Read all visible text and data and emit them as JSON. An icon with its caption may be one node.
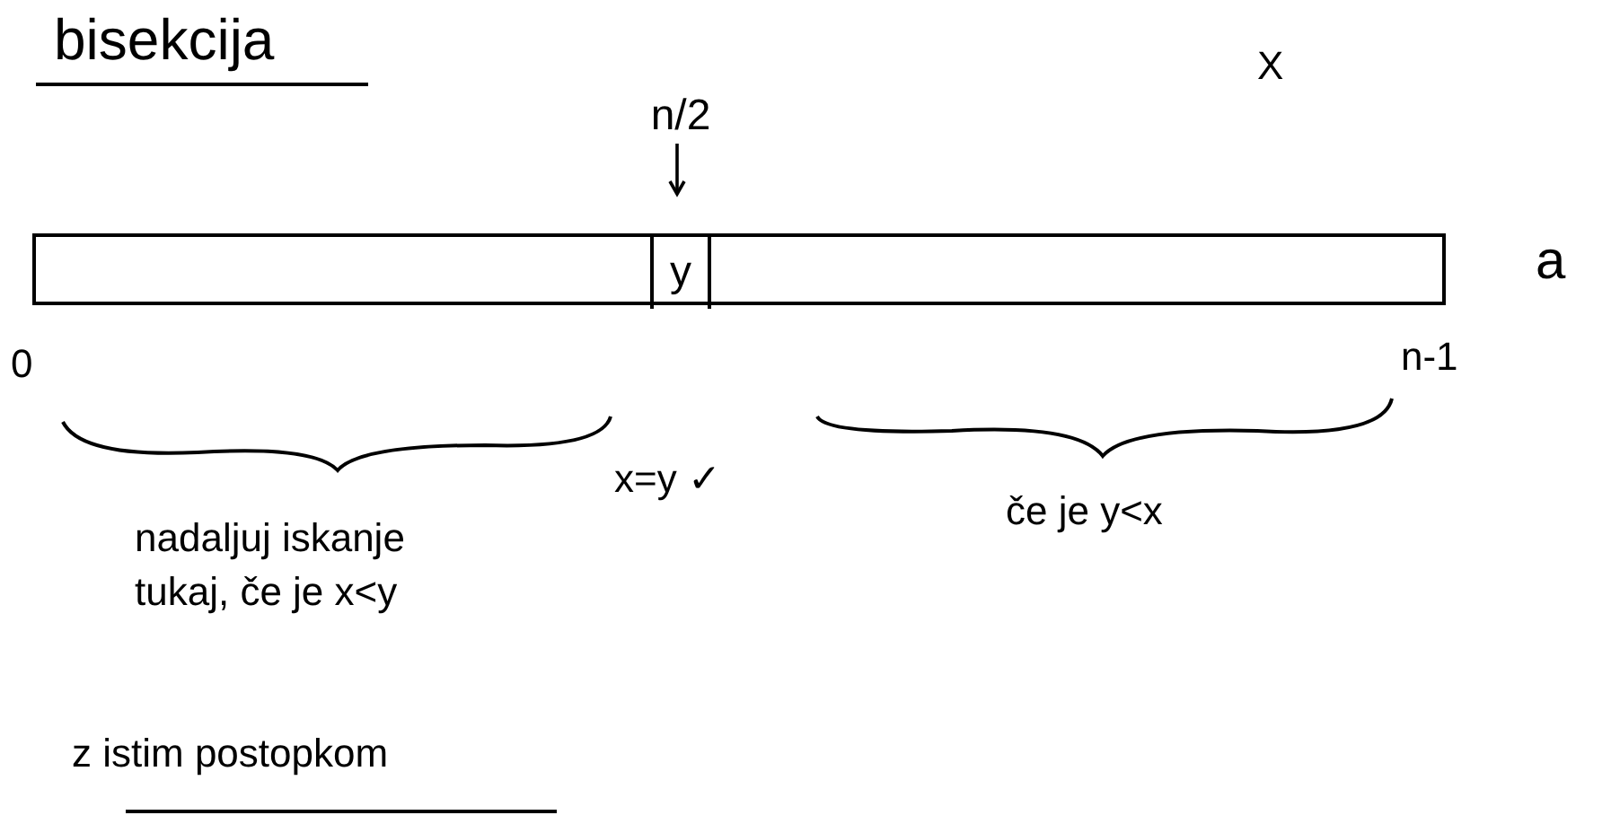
{
  "diagram": {
    "title": "bisekcija",
    "nodes": [
      {
        "text": [],
        "shape": "bar",
        "beside": [
          "a"
        ]
      },
      {
        "text": [
          "y"
        ],
        "in": 0
      },
      {
        "text": [
          "n/2"
        ]
      }
    ],
    "edges": [
      {
        "from": 2,
        "to": 1,
        "arrow": "to"
      }
    ],
    "labels": [
      "X",
      "0",
      "n-1",
      "x=y ✓",
      "če je y<x",
      "nadaljuj iskanje tukaj, če je x<y",
      "z istim postopkom"
    ]
  }
}
